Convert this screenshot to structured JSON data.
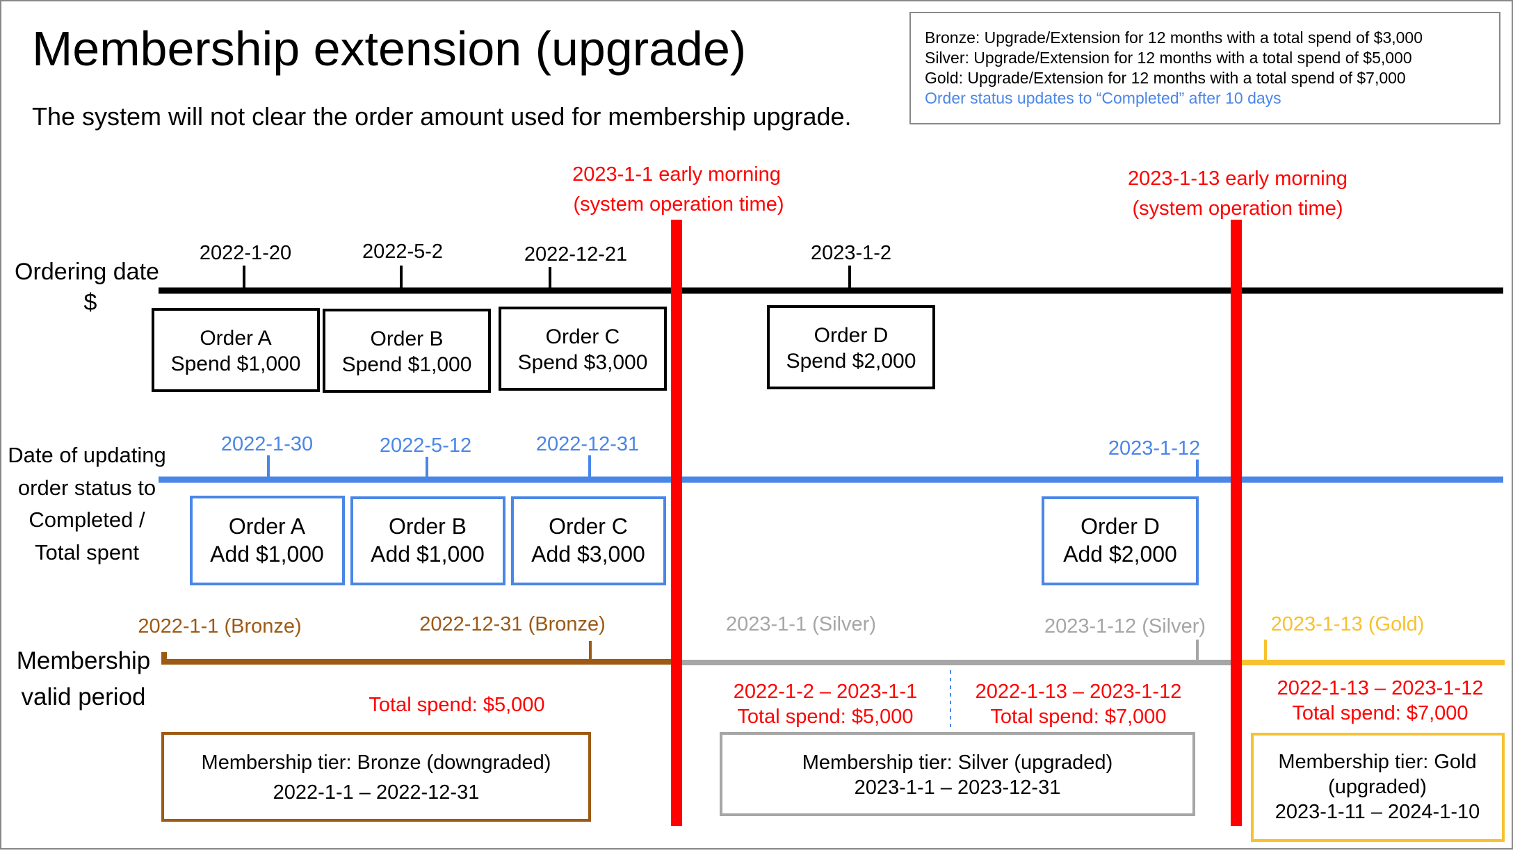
{
  "title": "Membership extension (upgrade)",
  "subtitle": "The system will not clear the order amount used for membership upgrade.",
  "legend": {
    "bronze": "Bronze: Upgrade/Extension for 12 months with a total spend of $3,000",
    "silver": "Silver: Upgrade/Extension for 12 months with a total spend of $5,000",
    "gold": "Gold: Upgrade/Extension for 12 months with a total spend of $7,000",
    "status_note": "Order status updates to “Completed” after 10 days"
  },
  "colors": {
    "black": "#000000",
    "blue": "#4a86e8",
    "red": "#ff0000",
    "bronze": "#9c5a14",
    "silver": "#a6a6a6",
    "gold": "#f7c12f"
  },
  "operation_times": [
    {
      "line1": "2023-1-1 early morning",
      "line2": "(system operation time)"
    },
    {
      "line1": "2023-1-13 early morning",
      "line2": "(system operation time)"
    }
  ],
  "rows": {
    "ordering_label": [
      "Ordering date",
      "$"
    ],
    "status_label": [
      "Date of updating",
      "order status to",
      "Completed /",
      "Total spent"
    ],
    "membership_label": [
      "Membership",
      "valid period"
    ]
  },
  "ordering": {
    "dates": [
      "2022-1-20",
      "2022-5-2",
      "2022-12-21",
      "2023-1-2"
    ],
    "orders": [
      {
        "name": "Order A",
        "amount": "Spend $1,000"
      },
      {
        "name": "Order B",
        "amount": "Spend $1,000"
      },
      {
        "name": "Order C",
        "amount": "Spend $3,000"
      },
      {
        "name": "Order D",
        "amount": "Spend $2,000"
      }
    ]
  },
  "status": {
    "dates": [
      "2022-1-30",
      "2022-5-12",
      "2022-12-31",
      "2023-1-12"
    ],
    "orders": [
      {
        "name": "Order A",
        "amount": "Add $1,000"
      },
      {
        "name": "Order B",
        "amount": "Add $1,000"
      },
      {
        "name": "Order C",
        "amount": "Add $3,000"
      },
      {
        "name": "Order D",
        "amount": "Add $2,000"
      }
    ]
  },
  "membership": {
    "ticks": [
      "2022-1-1 (Bronze)",
      "2022-12-31 (Bronze)",
      "2023-1-1 (Silver)",
      "2023-1-12 (Silver)",
      "2023-1-13 (Gold)"
    ],
    "totals": [
      {
        "period": "",
        "spend": "Total spend: $5,000"
      },
      {
        "period": "2022-1-2 – 2023-1-1",
        "spend": "Total spend: $5,000"
      },
      {
        "period": "2022-1-13 – 2023-1-12",
        "spend": "Total spend: $7,000"
      },
      {
        "period": "2022-1-13 – 2023-1-12",
        "spend": "Total spend: $7,000"
      }
    ],
    "tiers": [
      {
        "line1": "Membership tier: Bronze (downgraded)",
        "line2": "2022-1-1 – 2022-12-31"
      },
      {
        "line1": "Membership tier: Silver (upgraded)",
        "line2": "2023-1-1 – 2023-12-31"
      },
      {
        "line1": "Membership tier: Gold",
        "line2": "(upgraded)",
        "line3": "2023-1-11 – 2024-1-10"
      }
    ]
  }
}
